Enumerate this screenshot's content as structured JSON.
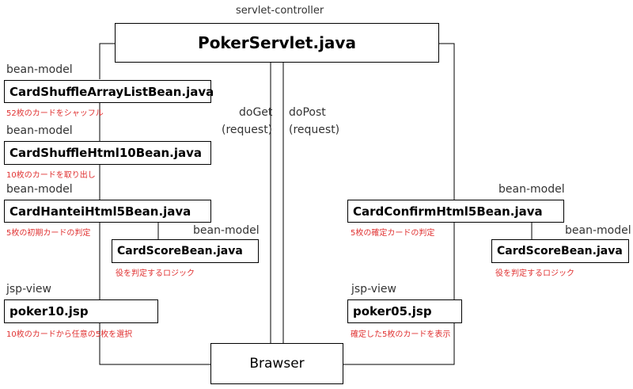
{
  "servlet": {
    "tag": "servlet-controller",
    "title": "PokerServlet.java"
  },
  "flows": {
    "doget": "doGet",
    "doget_req": "(request)",
    "dopost": "doPost",
    "dopost_req": "(request)"
  },
  "left": {
    "shuffle_list": {
      "tag": "bean-model",
      "title": "CardShuffleArrayListBean.java",
      "note": "52枚のカードをシャッフル"
    },
    "shuffle_html10": {
      "tag": "bean-model",
      "title": "CardShuffleHtml10Bean.java",
      "note": "10枚のカードを取り出し"
    },
    "hantei5": {
      "tag": "bean-model",
      "title": "CardHanteiHtml5Bean.java",
      "note": "5枚の初期カードの判定"
    },
    "score": {
      "tag": "bean-model",
      "title": "CardScoreBean.java",
      "note": "役を判定するロジック"
    },
    "poker10": {
      "tag": "jsp-view",
      "title": "poker10.jsp",
      "note": "10枚のカードから任意の5枚を選択"
    }
  },
  "right": {
    "confirm5": {
      "tag": "bean-model",
      "title": "CardConfirmHtml5Bean.java",
      "note": "5枚の確定カードの判定"
    },
    "score": {
      "tag": "bean-model",
      "title": "CardScoreBean.java",
      "note": "役を判定するロジック"
    },
    "poker05": {
      "tag": "jsp-view",
      "title": "poker05.jsp",
      "note": "確定した5枚のカードを表示"
    }
  },
  "browser": {
    "title": "Brawser"
  }
}
